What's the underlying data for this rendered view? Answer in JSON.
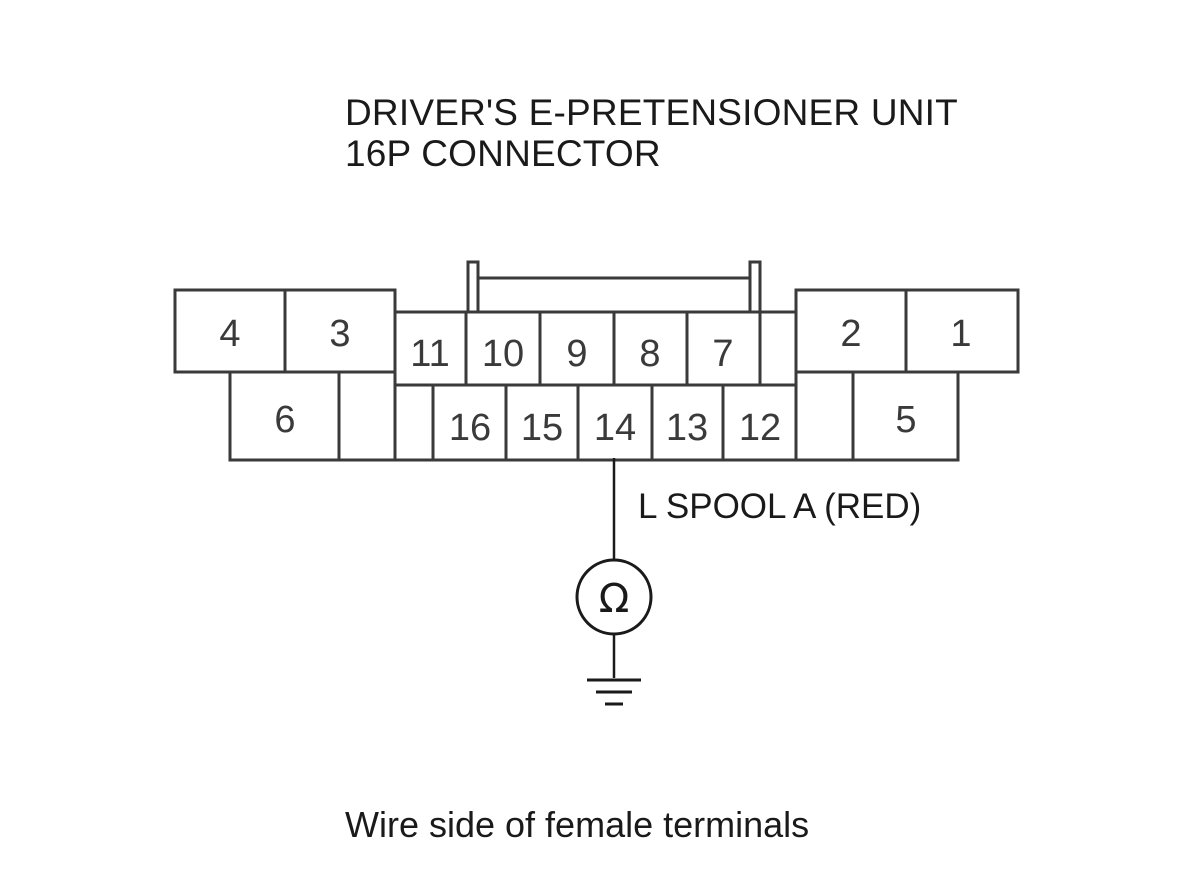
{
  "title": {
    "line1": "DRIVER'S E-PRETENSIONER UNIT",
    "line2": "16P CONNECTOR"
  },
  "terminals": {
    "t1": "1",
    "t2": "2",
    "t3": "3",
    "t4": "4",
    "t5": "5",
    "t6": "6",
    "t7": "7",
    "t8": "8",
    "t9": "9",
    "t10": "10",
    "t11": "11",
    "t12": "12",
    "t13": "13",
    "t14": "14",
    "t15": "15",
    "t16": "16"
  },
  "probe": {
    "terminal": "14",
    "label": "L SPOOL A (RED)",
    "meter_symbol": "Ω",
    "meter_icon": "ohmmeter-icon",
    "ground_icon": "ground-icon"
  },
  "footer": "Wire side of female terminals"
}
